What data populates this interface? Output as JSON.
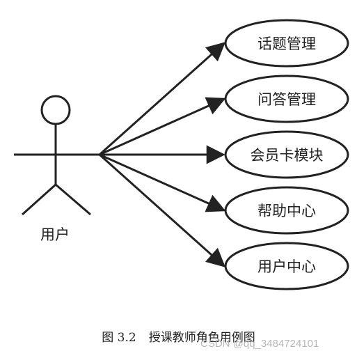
{
  "actor": {
    "label": "用户"
  },
  "use_cases": [
    {
      "label": "话题管理"
    },
    {
      "label": "问答管理"
    },
    {
      "label": "会员卡模块"
    },
    {
      "label": "帮助中心"
    },
    {
      "label": "用户中心"
    }
  ],
  "caption": {
    "number": "图 3.2",
    "text": "授课教师角色用例图"
  },
  "watermark": "CSDN @qq_3484724101"
}
